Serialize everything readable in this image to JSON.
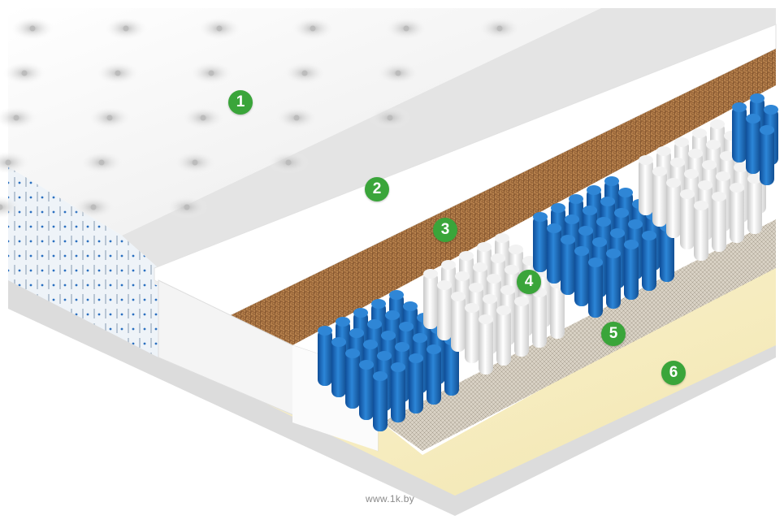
{
  "watermark": "www.1k.by",
  "badge_color": "#3aa53a",
  "layers": [
    {
      "id": "1",
      "label": "1",
      "name": "quilted-cover"
    },
    {
      "id": "2",
      "label": "2",
      "name": "foam-top-layer"
    },
    {
      "id": "3",
      "label": "3",
      "name": "coconut-coir-layer"
    },
    {
      "id": "4",
      "label": "4",
      "name": "pocket-springs"
    },
    {
      "id": "5",
      "label": "5",
      "name": "mesh-base"
    },
    {
      "id": "6",
      "label": "6",
      "name": "latex-foam-bottom"
    }
  ],
  "colors": {
    "cover": "#f7f7f7",
    "foam": "#ffffff",
    "coir": "#9c6a3c",
    "spring_blue": "#1c68b8",
    "spring_white": "#e6e6e6",
    "latex": "#f6edbf"
  }
}
